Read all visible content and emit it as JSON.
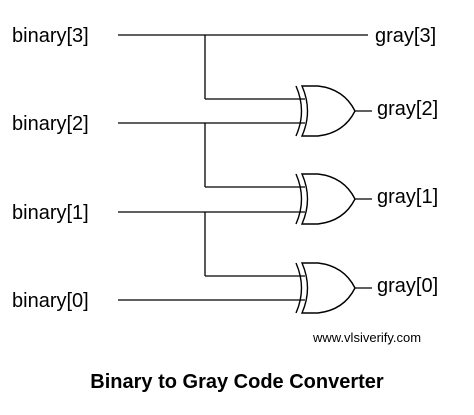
{
  "inputs": {
    "b3": "binary[3]",
    "b2": "binary[2]",
    "b1": "binary[1]",
    "b0": "binary[0]"
  },
  "outputs": {
    "g3": "gray[3]",
    "g2": "gray[2]",
    "g1": "gray[1]",
    "g0": "gray[0]"
  },
  "watermark": "www.vlsiverify.com",
  "caption": "Binary to Gray Code Converter"
}
